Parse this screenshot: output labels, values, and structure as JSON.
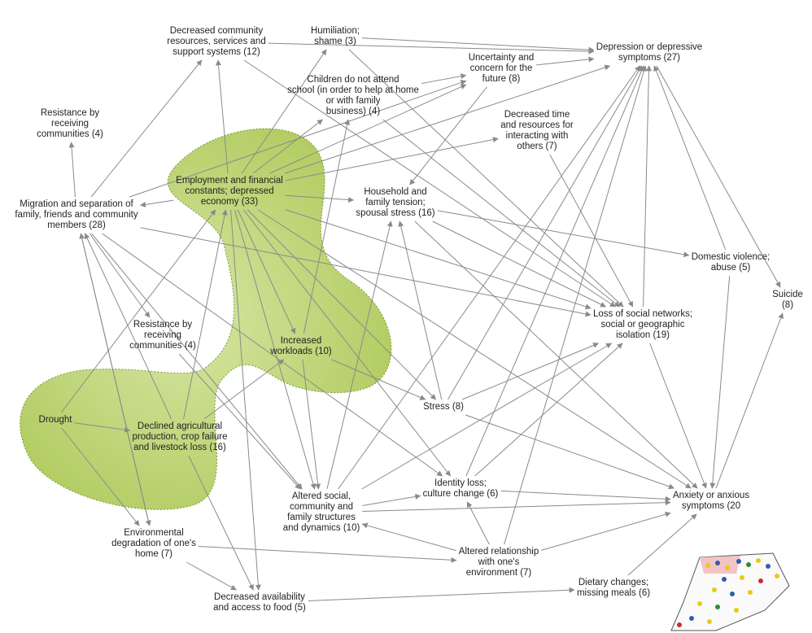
{
  "nodes": [
    {
      "id": "n_decreased_resources",
      "label": "Decreased community\nresources, services and\nsupport systems (12)"
    },
    {
      "id": "n_humiliation",
      "label": "Humiliation;\nshame (3)"
    },
    {
      "id": "n_depression",
      "label": "Depression or depressive\nsymptoms (27)"
    },
    {
      "id": "n_uncertainty",
      "label": "Uncertainty and\nconcern for the\nfuture (8)"
    },
    {
      "id": "n_children",
      "label": "Children do not attend\nschool (in order to help at home\nor with family\nbusiness) (4)"
    },
    {
      "id": "n_resistance_top",
      "label": "Resistance by\nreceiving\ncommunities (4)"
    },
    {
      "id": "n_decreased_time",
      "label": "Decreased time\nand resources for\ninteracting with\nothers (7)"
    },
    {
      "id": "n_employment",
      "label": "Employment and financial\nconstants; depressed\neconomy (33)"
    },
    {
      "id": "n_migration",
      "label": "Migration and separation of\nfamily, friends and community\nmembers (28)"
    },
    {
      "id": "n_household",
      "label": "Household and\nfamily tension;\nspousal stress (16)"
    },
    {
      "id": "n_domestic",
      "label": "Domestic violence;\nabuse (5)"
    },
    {
      "id": "n_suicide",
      "label": "Suicide (8)"
    },
    {
      "id": "n_resistance_mid",
      "label": "Resistance by\nreceiving\ncommunities (4)"
    },
    {
      "id": "n_workloads",
      "label": "Increased\nworkloads (10)"
    },
    {
      "id": "n_loss_networks",
      "label": "Loss of social networks;\nsocial or geographic\nisolation (19)"
    },
    {
      "id": "n_drought",
      "label": "Drought"
    },
    {
      "id": "n_declined_ag",
      "label": "Declined agricultural\nproduction, crop failure\nand livestock loss (16)"
    },
    {
      "id": "n_stress",
      "label": "Stress (8)"
    },
    {
      "id": "n_identity",
      "label": "Identity loss;\nculture change (6)"
    },
    {
      "id": "n_anxiety",
      "label": "Anxiety or anxious\nsymptoms (20"
    },
    {
      "id": "n_altered_social",
      "label": "Altered social,\ncommunity and\nfamily structures\nand dynamics (10)"
    },
    {
      "id": "n_env_degradation",
      "label": "Environmental\ndegradation of one's\nhome (7)"
    },
    {
      "id": "n_altered_rel",
      "label": "Altered relationship\nwith one's\nenvironment (7)"
    },
    {
      "id": "n_decreased_food",
      "label": "Decreased availability\nand access to food (5)"
    },
    {
      "id": "n_dietary",
      "label": "Dietary changes;\nmissing meals (6)"
    }
  ],
  "edges": [
    [
      "n_migration",
      "n_decreased_resources"
    ],
    [
      "n_migration",
      "n_resistance_top"
    ],
    [
      "n_migration",
      "n_uncertainty"
    ],
    [
      "n_migration",
      "n_resistance_mid"
    ],
    [
      "n_migration",
      "n_loss_networks"
    ],
    [
      "n_migration",
      "n_identity"
    ],
    [
      "n_migration",
      "n_env_degradation"
    ],
    [
      "n_migration",
      "n_altered_social"
    ],
    [
      "n_decreased_resources",
      "n_depression"
    ],
    [
      "n_decreased_resources",
      "n_loss_networks"
    ],
    [
      "n_humiliation",
      "n_depression"
    ],
    [
      "n_humiliation",
      "n_loss_networks"
    ],
    [
      "n_uncertainty",
      "n_depression"
    ],
    [
      "n_uncertainty",
      "n_household"
    ],
    [
      "n_children",
      "n_uncertainty"
    ],
    [
      "n_children",
      "n_loss_networks"
    ],
    [
      "n_decreased_time",
      "n_loss_networks"
    ],
    [
      "n_employment",
      "n_migration"
    ],
    [
      "n_employment",
      "n_decreased_resources"
    ],
    [
      "n_employment",
      "n_humiliation"
    ],
    [
      "n_employment",
      "n_children"
    ],
    [
      "n_employment",
      "n_uncertainty"
    ],
    [
      "n_employment",
      "n_decreased_time"
    ],
    [
      "n_employment",
      "n_household"
    ],
    [
      "n_employment",
      "n_depression"
    ],
    [
      "n_employment",
      "n_loss_networks"
    ],
    [
      "n_employment",
      "n_workloads"
    ],
    [
      "n_employment",
      "n_stress"
    ],
    [
      "n_employment",
      "n_identity"
    ],
    [
      "n_employment",
      "n_anxiety"
    ],
    [
      "n_employment",
      "n_altered_social"
    ],
    [
      "n_employment",
      "n_decreased_food"
    ],
    [
      "n_household",
      "n_domestic"
    ],
    [
      "n_household",
      "n_anxiety"
    ],
    [
      "n_household",
      "n_loss_networks"
    ],
    [
      "n_domestic",
      "n_depression"
    ],
    [
      "n_domestic",
      "n_anxiety"
    ],
    [
      "n_workloads",
      "n_children"
    ],
    [
      "n_workloads",
      "n_stress"
    ],
    [
      "n_workloads",
      "n_altered_social"
    ],
    [
      "n_drought",
      "n_declined_ag"
    ],
    [
      "n_drought",
      "n_employment"
    ],
    [
      "n_drought",
      "n_env_degradation"
    ],
    [
      "n_declined_ag",
      "n_employment"
    ],
    [
      "n_declined_ag",
      "n_workloads"
    ],
    [
      "n_declined_ag",
      "n_migration"
    ],
    [
      "n_declined_ag",
      "n_decreased_food"
    ],
    [
      "n_stress",
      "n_household"
    ],
    [
      "n_stress",
      "n_depression"
    ],
    [
      "n_stress",
      "n_anxiety"
    ],
    [
      "n_stress",
      "n_loss_networks"
    ],
    [
      "n_identity",
      "n_loss_networks"
    ],
    [
      "n_identity",
      "n_anxiety"
    ],
    [
      "n_identity",
      "n_depression"
    ],
    [
      "n_altered_social",
      "n_identity"
    ],
    [
      "n_altered_social",
      "n_household"
    ],
    [
      "n_altered_social",
      "n_depression"
    ],
    [
      "n_altered_social",
      "n_anxiety"
    ],
    [
      "n_altered_social",
      "n_loss_networks"
    ],
    [
      "n_env_degradation",
      "n_migration"
    ],
    [
      "n_env_degradation",
      "n_altered_rel"
    ],
    [
      "n_env_degradation",
      "n_decreased_food"
    ],
    [
      "n_altered_rel",
      "n_altered_social"
    ],
    [
      "n_altered_rel",
      "n_identity"
    ],
    [
      "n_altered_rel",
      "n_anxiety"
    ],
    [
      "n_altered_rel",
      "n_depression"
    ],
    [
      "n_loss_networks",
      "n_depression"
    ],
    [
      "n_loss_networks",
      "n_anxiety"
    ],
    [
      "n_anxiety",
      "n_suicide"
    ],
    [
      "n_depression",
      "n_suicide"
    ],
    [
      "n_decreased_food",
      "n_dietary"
    ],
    [
      "n_dietary",
      "n_anxiety"
    ],
    [
      "n_resistance_mid",
      "n_altered_social"
    ]
  ],
  "colors": {
    "blob": "#a8c64e",
    "blob_stroke": "#6b8f1f",
    "edge": "#8a8a8a",
    "text": "#231f20"
  }
}
